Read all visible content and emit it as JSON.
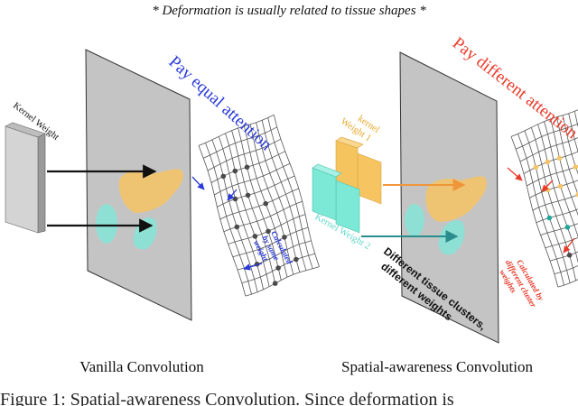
{
  "header": {
    "note": "* Deformation is usually related to tissue shapes *"
  },
  "left_panel": {
    "kernel_label": "Kernel Weight",
    "attention_label": "Pay equal attention",
    "note": [
      "Calculated",
      "by same",
      "weight"
    ],
    "caption": "Vanilla Convolution"
  },
  "right_panel": {
    "kernel1_label": [
      "kernel",
      "Weight 1"
    ],
    "kernel2_label": "Kernel Weight 2",
    "attention_label": "Pay different attention",
    "clusters_label": [
      "Different tissue clusters,",
      "different weights"
    ],
    "note": [
      "Calculated by",
      "different cluster",
      "weights"
    ],
    "caption": "Spatial-awareness Convolution"
  },
  "figure_caption": "Figure 1: Spatial-awareness Convolution. Since deformation is",
  "colors": {
    "orange_region": "#f3c46a",
    "teal_region": "#8fe0d4",
    "blue_text": "#2a3ad8",
    "red_text": "#e83a2a",
    "orange_arrow": "#f0963a",
    "teal_arrow": "#2a8c8c",
    "plane": "#c4c4c4",
    "kernel_gray": "#d4d4d4"
  },
  "icons": [
    "right-arrow-icon",
    "pointer-arrow-icon"
  ]
}
